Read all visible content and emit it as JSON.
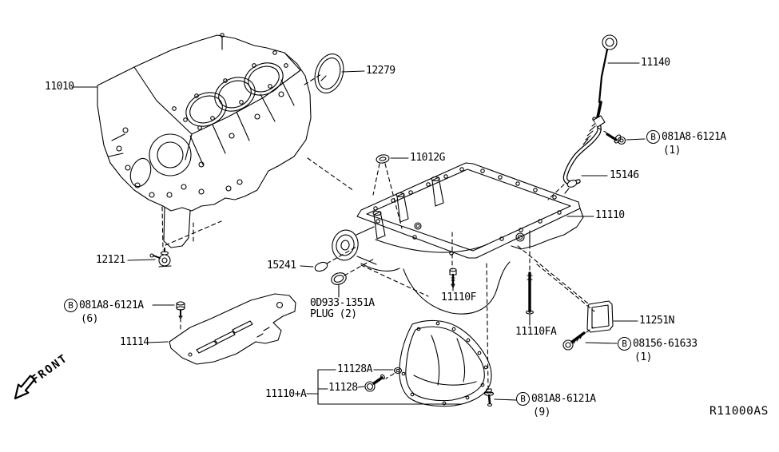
{
  "canvas": {
    "background": "#ffffff",
    "line_color": "#000000"
  },
  "parts": {
    "cylinder_block": "11010",
    "rear_seal": "12279",
    "oil_level_gauge": "11140",
    "washer_11012g": "11012G",
    "gauge_guide": "15146",
    "oil_pan_upper": "11110",
    "pin_12121": "12121",
    "oring_15241": "15241",
    "plug_0d933": {
      "line1": "0D933-1351A",
      "line2": "PLUG (2)"
    },
    "pan_bolt_f": "11110F",
    "pan_stud_fa": "11110FA",
    "baffle_11251n": "11251N",
    "splash_plate": "11114",
    "washer_11128a": "11128A",
    "drain_plug_11128": "11128",
    "oil_pan_lower": "11110+A",
    "bolt_b1": {
      "prefix": "B",
      "number": "081A8-6121A",
      "qty": "(1)"
    },
    "bolt_b6": {
      "prefix": "B",
      "number": "081A8-6121A",
      "qty": "(6)"
    },
    "bolt_b9": {
      "prefix": "B",
      "number": "081A8-6121A",
      "qty": "(9)"
    },
    "bolt_b08156": {
      "prefix": "B",
      "number": "08156-61633",
      "qty": "(1)"
    }
  },
  "footer": {
    "diagram_code": "R11000AS"
  },
  "orientation": {
    "front_label": "FRONT"
  }
}
